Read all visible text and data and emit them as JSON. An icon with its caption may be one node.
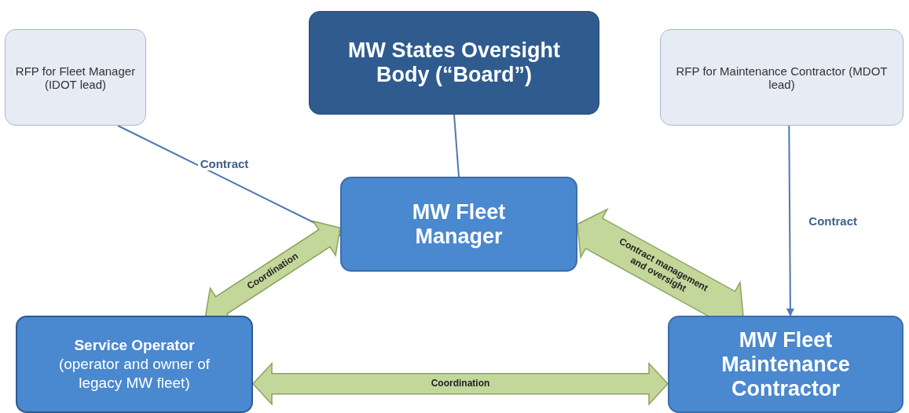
{
  "diagram": {
    "nodes": [
      {
        "text": [
          "RFP for Fleet Manager (IDOT lead)"
        ]
      },
      {
        "text": [
          "MW States Oversight Body (“Board”)"
        ]
      },
      {
        "text": [
          "RFP for Maintenance Contractor (MDOT lead)"
        ]
      },
      {
        "text": [
          "MW Fleet Manager"
        ]
      },
      {
        "text": [
          "**Service Operator** (operator and owner of legacy MW fleet)"
        ]
      },
      {
        "text": [
          "MW Fleet Maintenance Contractor"
        ]
      }
    ],
    "edges": [
      {
        "from": 0,
        "to": 3,
        "arrow": "to",
        "label": "Contract"
      },
      {
        "from": 1,
        "to": 3,
        "arrow": "none"
      },
      {
        "from": 2,
        "to": 5,
        "arrow": "to",
        "label": "Contract"
      },
      {
        "from": 3,
        "to": 4,
        "arrow": "both",
        "label": "Coordination",
        "style": "thick",
        "color": "#c4d79b"
      },
      {
        "from": 3,
        "to": 5,
        "arrow": "both",
        "label": "Contract management and oversight",
        "style": "thick",
        "color": "#c4d79b"
      },
      {
        "from": 4,
        "to": 5,
        "arrow": "both",
        "label": "Coordination",
        "style": "thick",
        "color": "#c4d79b"
      }
    ]
  }
}
